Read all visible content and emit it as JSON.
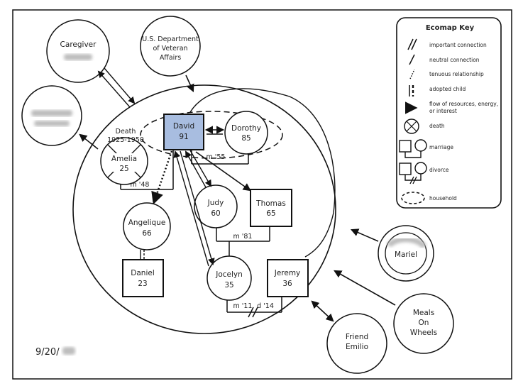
{
  "frame": {
    "date_label": "9/20/"
  },
  "external": {
    "caregiver": "Caregiver",
    "va_line1": "U.S. Department",
    "va_line2": "of Veteran",
    "va_line3": "Affairs",
    "mariel": "Mariel",
    "meals_line1": "Meals",
    "meals_line2": "On",
    "meals_line3": "Wheels",
    "friend_line1": "Friend",
    "friend_line2": "Emilio"
  },
  "people": {
    "david": {
      "name": "David",
      "age": "91"
    },
    "dorothy": {
      "name": "Dorothy",
      "age": "85"
    },
    "amelia": {
      "name": "Amelia",
      "age": "25",
      "death_line1": "Death",
      "death_line2": "1925-1950"
    },
    "judy": {
      "name": "Judy",
      "age": "60"
    },
    "thomas": {
      "name": "Thomas",
      "age": "65"
    },
    "angelique": {
      "name": "Angelique",
      "age": "66"
    },
    "daniel": {
      "name": "Daniel",
      "age": "23"
    },
    "jocelyn": {
      "name": "Jocelyn",
      "age": "35"
    },
    "jeremy": {
      "name": "Jeremy",
      "age": "36"
    }
  },
  "marriages": {
    "m55": "m '55",
    "m48": "m '48",
    "m81": "m '81",
    "m11": "m '11",
    "d14": "d '14"
  },
  "key": {
    "title": "Ecomap Key",
    "items": [
      "important connection",
      "neutral connection",
      "tenuous relationship",
      "adopted child",
      "flow of resources, energy,",
      "or interest",
      "death",
      "marriage",
      "divorce",
      "household"
    ]
  },
  "colors": {
    "david_fill": "#a8bde0",
    "line": "#111111",
    "blur": "#bdbdbd"
  }
}
